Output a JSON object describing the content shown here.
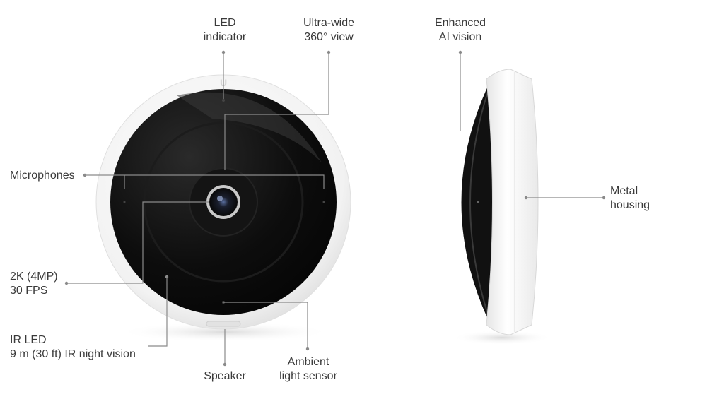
{
  "labels": {
    "led_indicator": [
      "LED",
      "indicator"
    ],
    "ultra_wide": [
      "Ultra-wide",
      "360° view"
    ],
    "enhanced_ai": [
      "Enhanced",
      "AI vision"
    ],
    "microphones": "Microphones",
    "metal_housing": [
      "Metal",
      "housing"
    ],
    "resolution": [
      "2K (4MP)",
      "30 FPS"
    ],
    "ir_led": [
      "IR LED",
      "9 m (30 ft) IR night vision"
    ],
    "speaker": "Speaker",
    "ambient": [
      "Ambient",
      "light sensor"
    ]
  },
  "colors": {
    "shell": "#f4f4f4",
    "lens_dark": "#0e0e0e",
    "callout_line": "#8a8a8a",
    "text": "#3a3a3a"
  },
  "icons": {
    "brand_logo": "ubiquiti-u-logo"
  }
}
